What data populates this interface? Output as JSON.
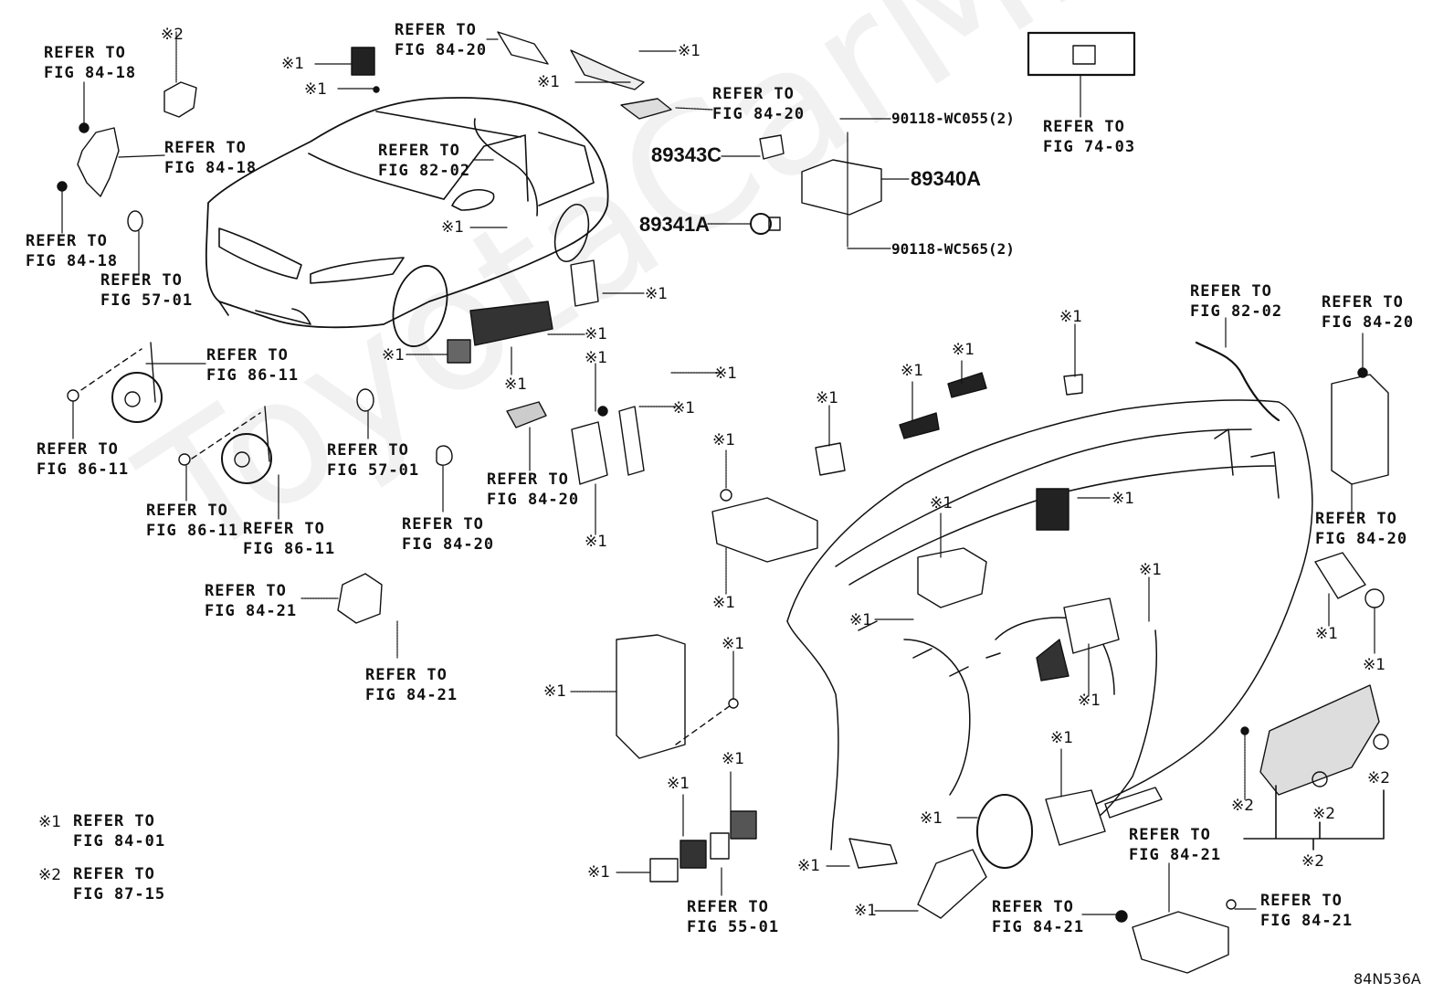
{
  "diagram": {
    "code": "84N536A",
    "watermark": "ToyotaCarMine.ru",
    "refer_prefix": "REFER TO",
    "legend": [
      {
        "mark": "※1",
        "text": "REFER TO",
        "fig": "FIG 84-01"
      },
      {
        "mark": "※2",
        "text": "REFER TO",
        "fig": "FIG 87-15"
      }
    ],
    "part_numbers": {
      "p89343C": "89343C",
      "p89340A": "89340A",
      "p89341A": "89341A",
      "screw_top": "90118-WC055(2)",
      "nut_bottom": "90118-WC565(2)"
    },
    "refs": [
      {
        "id": "r1",
        "l1": "REFER TO",
        "l2": "FIG 84-18"
      },
      {
        "id": "r2",
        "l1": "REFER TO",
        "l2": "FIG 84-18"
      },
      {
        "id": "r3",
        "l1": "REFER TO",
        "l2": "FIG 84-18"
      },
      {
        "id": "r4",
        "l1": "REFER TO",
        "l2": "FIG 57-01"
      },
      {
        "id": "r5",
        "l1": "REFER TO",
        "l2": "FIG 84-20"
      },
      {
        "id": "r6",
        "l1": "REFER TO",
        "l2": "FIG 84-20"
      },
      {
        "id": "r7",
        "l1": "REFER TO",
        "l2": "FIG 82-02"
      },
      {
        "id": "r8",
        "l1": "REFER TO",
        "l2": "FIG 74-03"
      },
      {
        "id": "r9",
        "l1": "REFER TO",
        "l2": "FIG 86-11"
      },
      {
        "id": "r10",
        "l1": "REFER TO",
        "l2": "FIG 86-11"
      },
      {
        "id": "r11",
        "l1": "REFER TO",
        "l2": "FIG 86-11"
      },
      {
        "id": "r12",
        "l1": "REFER TO",
        "l2": "FIG 86-11"
      },
      {
        "id": "r13",
        "l1": "REFER TO",
        "l2": "FIG 57-01"
      },
      {
        "id": "r14",
        "l1": "REFER TO",
        "l2": "FIG 84-20"
      },
      {
        "id": "r15",
        "l1": "REFER TO",
        "l2": "FIG 84-20"
      },
      {
        "id": "r16",
        "l1": "REFER TO",
        "l2": "FIG 84-21"
      },
      {
        "id": "r17",
        "l1": "REFER TO",
        "l2": "FIG 84-21"
      },
      {
        "id": "r18",
        "l1": "REFER TO",
        "l2": "FIG 82-02"
      },
      {
        "id": "r19",
        "l1": "REFER TO",
        "l2": "FIG 84-20"
      },
      {
        "id": "r20",
        "l1": "REFER TO",
        "l2": "FIG 84-20"
      },
      {
        "id": "r21",
        "l1": "REFER TO",
        "l2": "FIG 55-01"
      },
      {
        "id": "r22",
        "l1": "REFER TO",
        "l2": "FIG 84-21"
      },
      {
        "id": "r23",
        "l1": "REFER TO",
        "l2": "FIG 84-21"
      },
      {
        "id": "r24",
        "l1": "REFER TO",
        "l2": "FIG 84-21"
      }
    ],
    "marks": {
      "m1": "※1",
      "m2": "※2"
    }
  }
}
